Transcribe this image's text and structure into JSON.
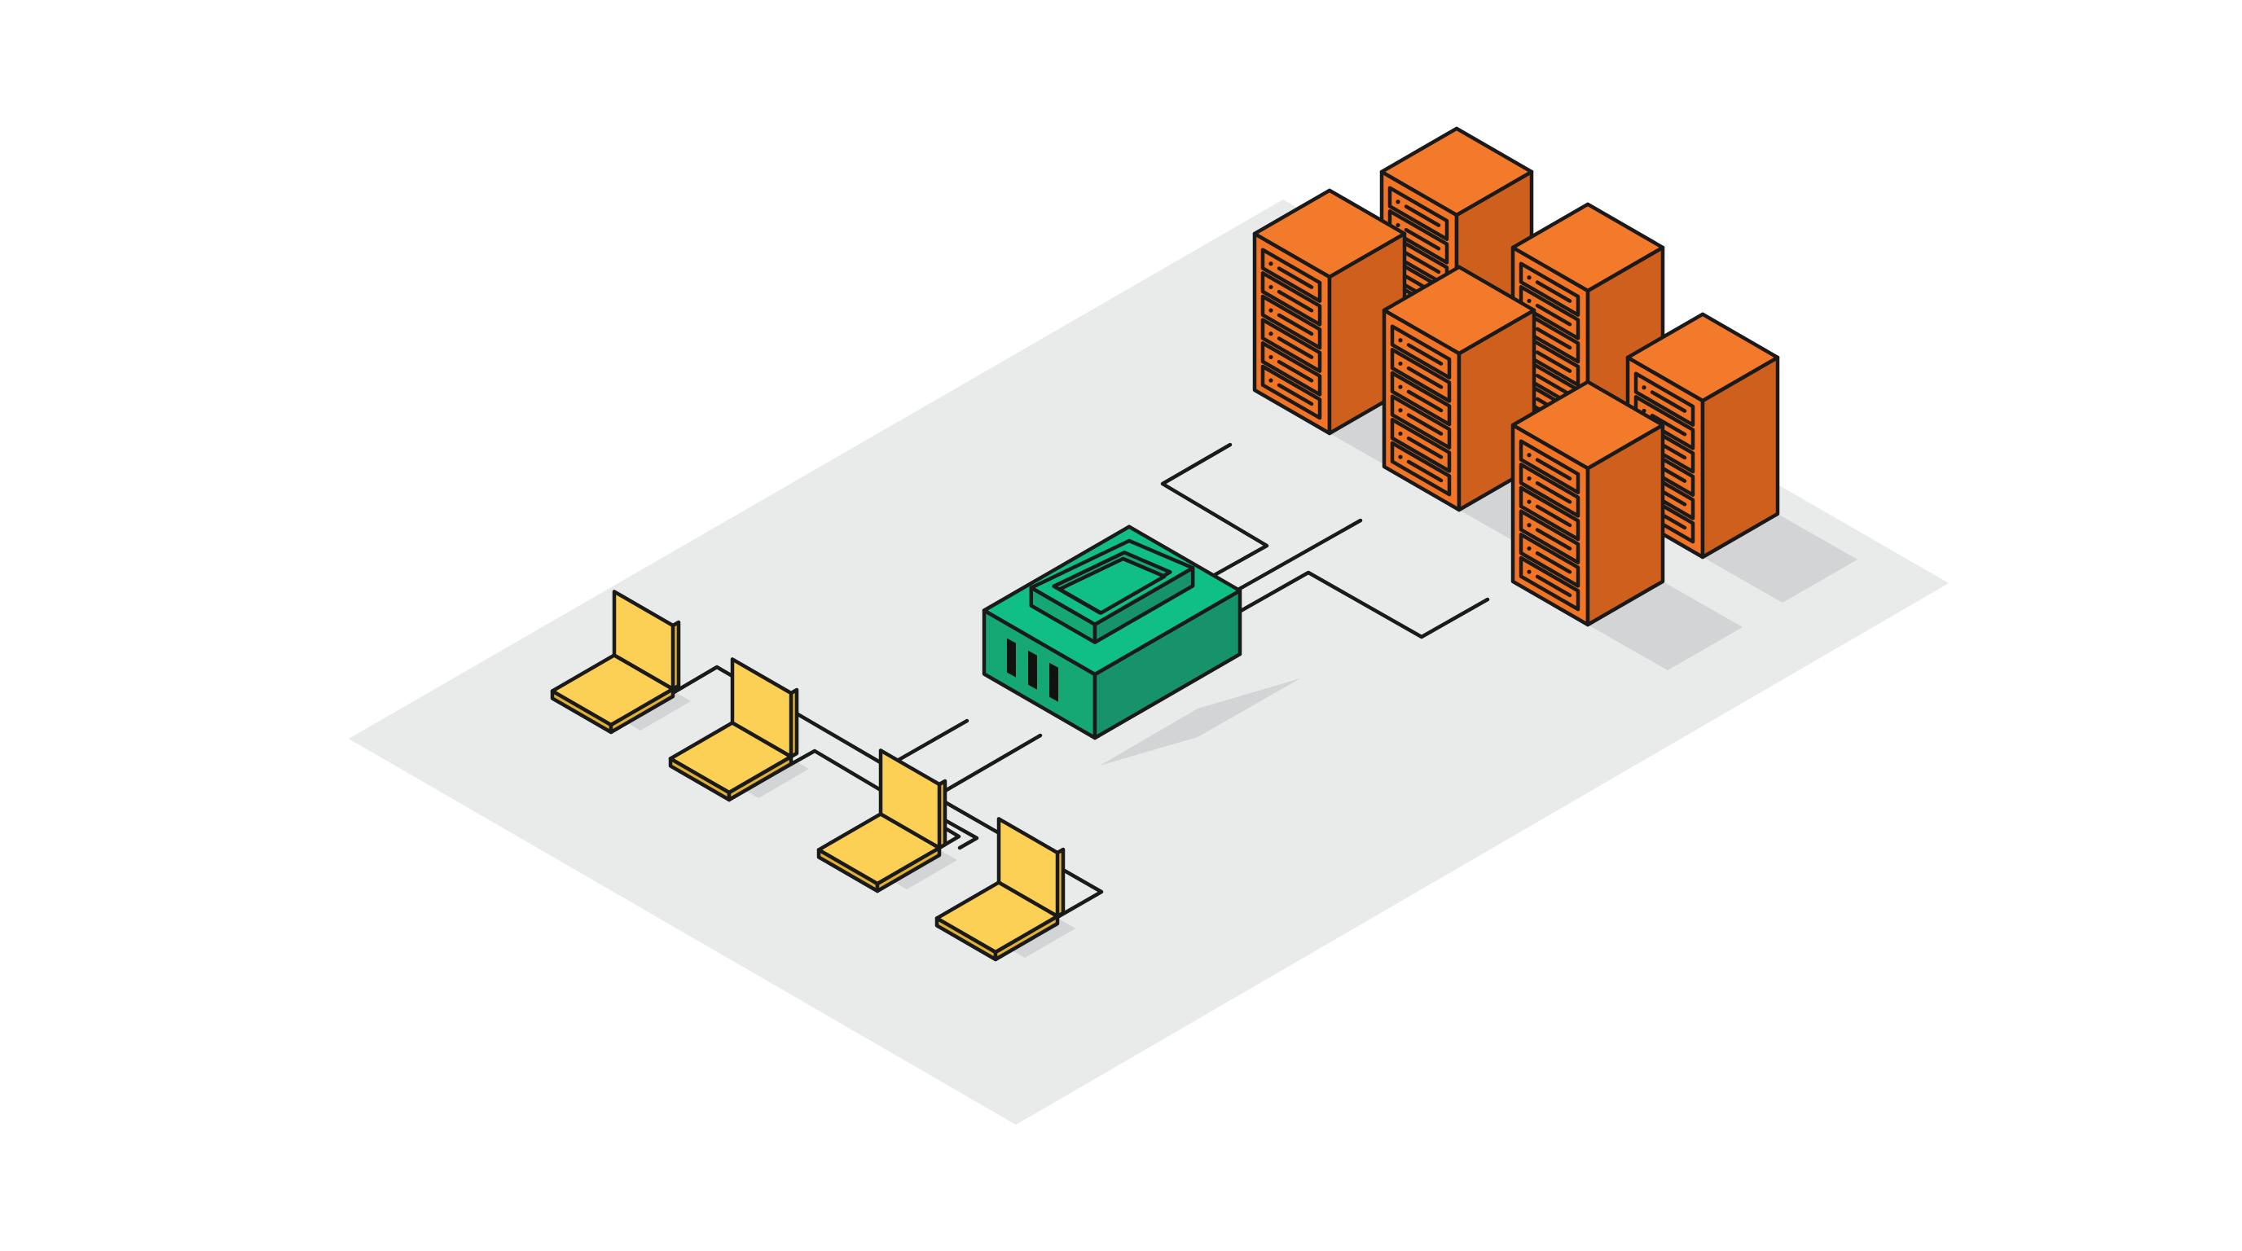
{
  "palette": {
    "background": "#ffffff",
    "platform": "#e9eaea",
    "shadow": "#d3d4d5",
    "outline": "#1a1a1a",
    "server_top": "#f47a2b",
    "server_left": "#f27424",
    "server_right": "#cf5f1c",
    "switch_top": "#0fbf85",
    "switch_left": "#16a874",
    "switch_right": "#16936a",
    "switch_port": "#111111",
    "laptop_screen": "#fccf55",
    "laptop_base": "#fccf55",
    "laptop_side": "#e0b133"
  },
  "nodes": {
    "switch": {
      "icon": "network-switch-icon",
      "port_count": 3
    },
    "servers": [
      {
        "id": "server-1",
        "icon": "server-rack-icon",
        "unit_count": 6
      },
      {
        "id": "server-2",
        "icon": "server-rack-icon",
        "unit_count": 6
      },
      {
        "id": "server-3",
        "icon": "server-rack-icon",
        "unit_count": 6
      },
      {
        "id": "server-4",
        "icon": "server-rack-icon",
        "unit_count": 6
      },
      {
        "id": "server-5",
        "icon": "server-rack-icon",
        "unit_count": 6
      },
      {
        "id": "server-6",
        "icon": "server-rack-icon",
        "unit_count": 6
      }
    ],
    "laptops": [
      {
        "id": "laptop-1",
        "icon": "laptop-icon"
      },
      {
        "id": "laptop-2",
        "icon": "laptop-icon"
      },
      {
        "id": "laptop-3",
        "icon": "laptop-icon"
      },
      {
        "id": "laptop-4",
        "icon": "laptop-icon"
      }
    ]
  },
  "edges": [
    {
      "from": "switch",
      "to": "laptop-1"
    },
    {
      "from": "switch",
      "to": "laptop-2"
    },
    {
      "from": "switch",
      "to": "laptop-3"
    },
    {
      "from": "switch",
      "to": "laptop-4"
    },
    {
      "from": "switch",
      "to": "server-1"
    },
    {
      "from": "switch",
      "to": "server-2"
    },
    {
      "from": "switch",
      "to": "server-4"
    }
  ]
}
